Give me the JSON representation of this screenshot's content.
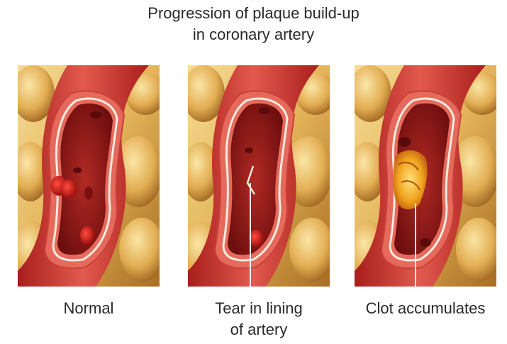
{
  "title": {
    "line1": "Progression of plaque build-up",
    "line2": "in coronary artery"
  },
  "panels": [
    {
      "label_lines": [
        "Normal"
      ]
    },
    {
      "label_lines": [
        "Tear in lining",
        "of artery"
      ]
    },
    {
      "label_lines": [
        "Clot accumulates"
      ]
    }
  ],
  "colors": {
    "fat_light": "#f2cf7a",
    "fat_dark": "#b57a2b",
    "artery_outer": "#c2302c",
    "artery_wall": "#e86a5e",
    "lumen": "#8a1515",
    "blood_cell": "#d8221f",
    "lining": "#f4e8dc",
    "clot": "#f0b52a"
  }
}
